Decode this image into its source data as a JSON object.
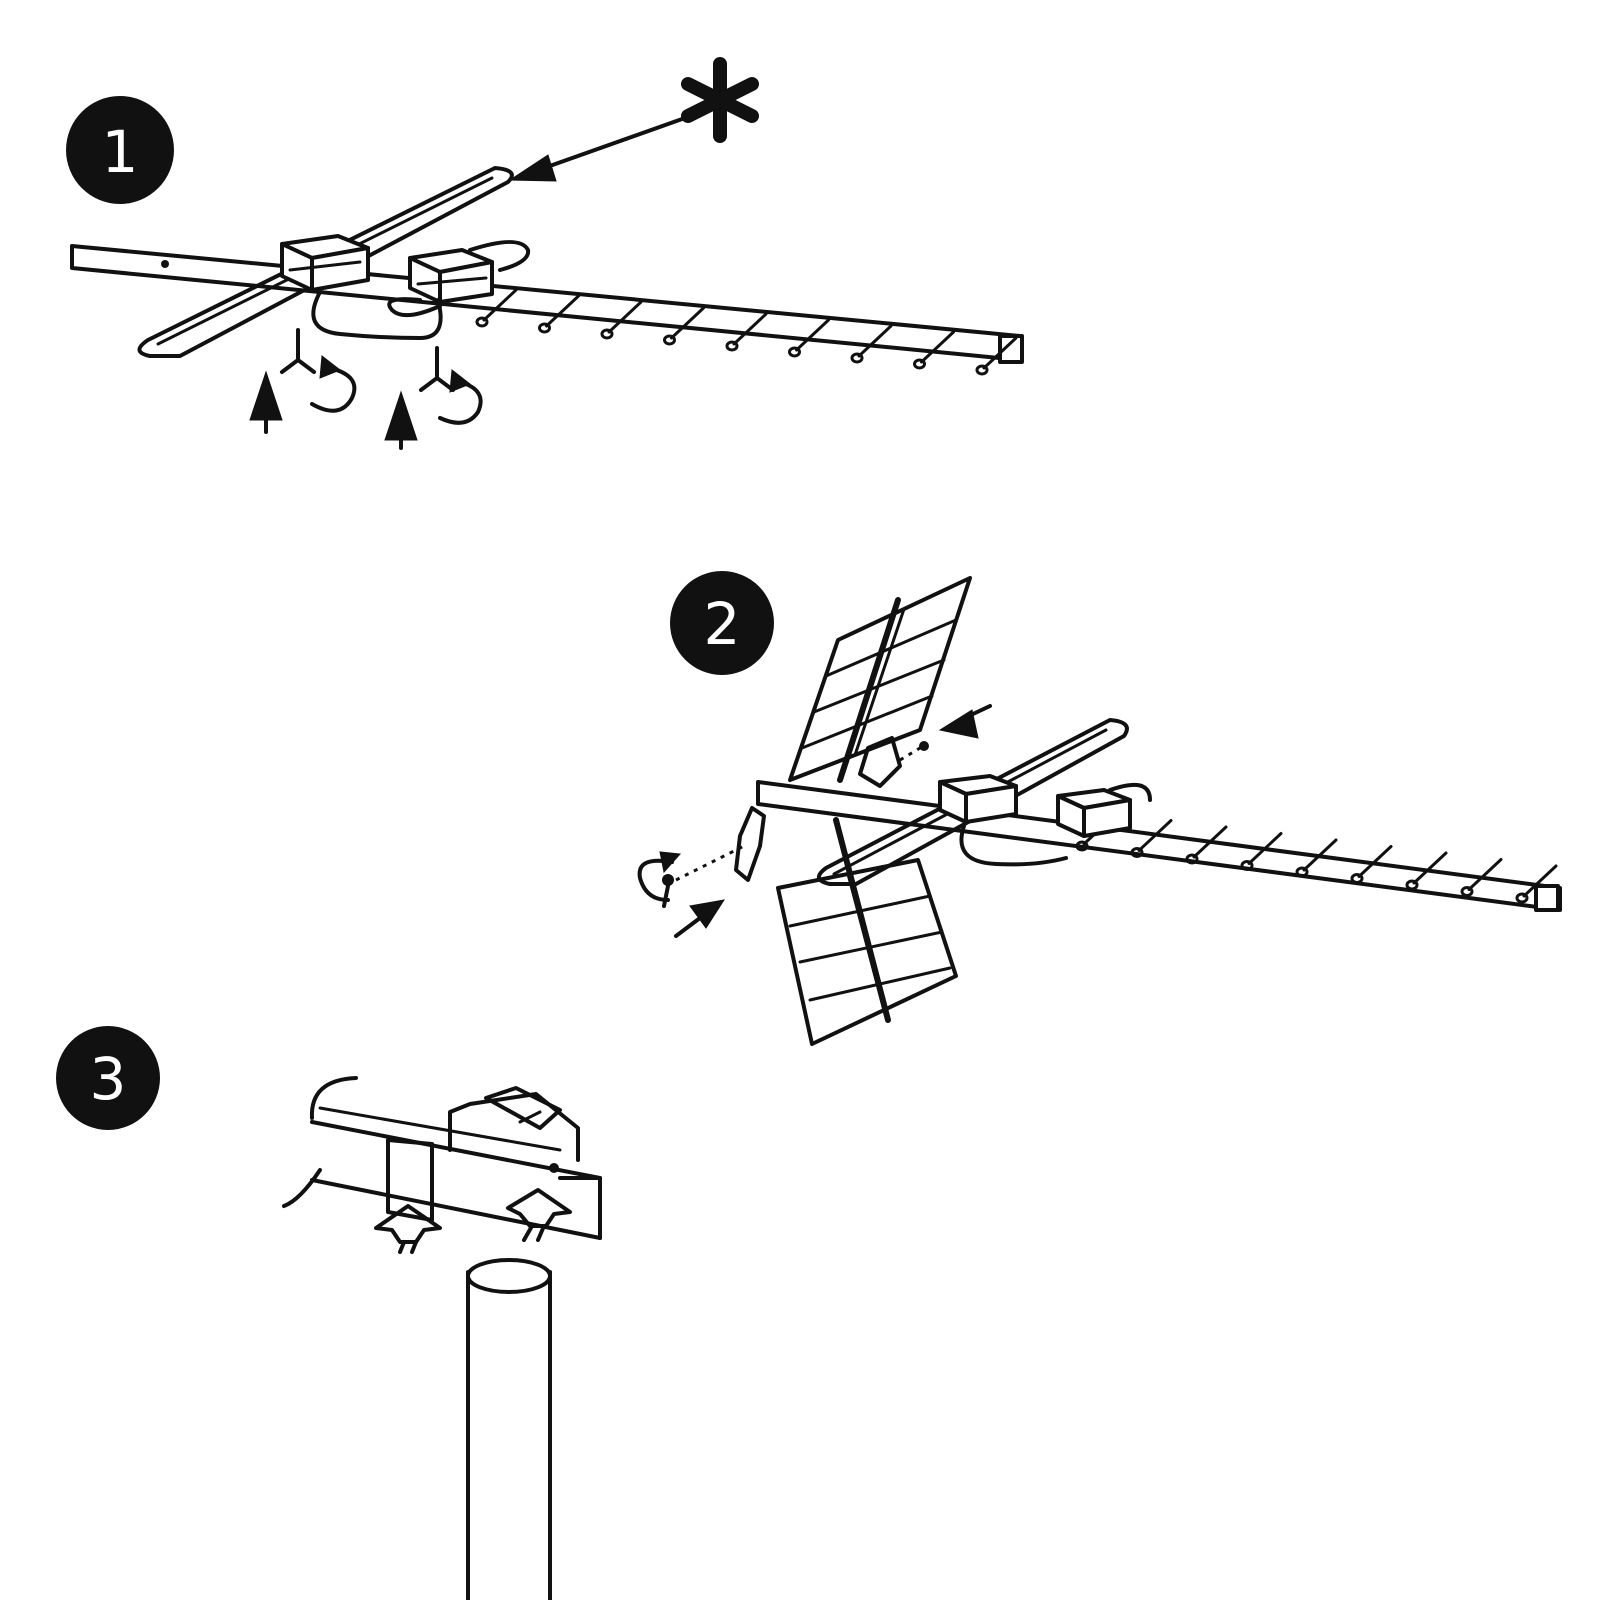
{
  "steps": [
    {
      "number": "1"
    },
    {
      "number": "2"
    },
    {
      "number": "3"
    }
  ],
  "icons": {
    "asterisk": "asterisk-icon",
    "arrow_up": "up-arrow-icon",
    "rotate": "rotate-arrow-icon",
    "insert": "insert-arrow-icon",
    "wing_nut": "wing-nut-icon"
  },
  "colors": {
    "badge_fill": "#111111",
    "badge_text": "#ffffff",
    "line": "#111111",
    "background": "#ffffff"
  }
}
